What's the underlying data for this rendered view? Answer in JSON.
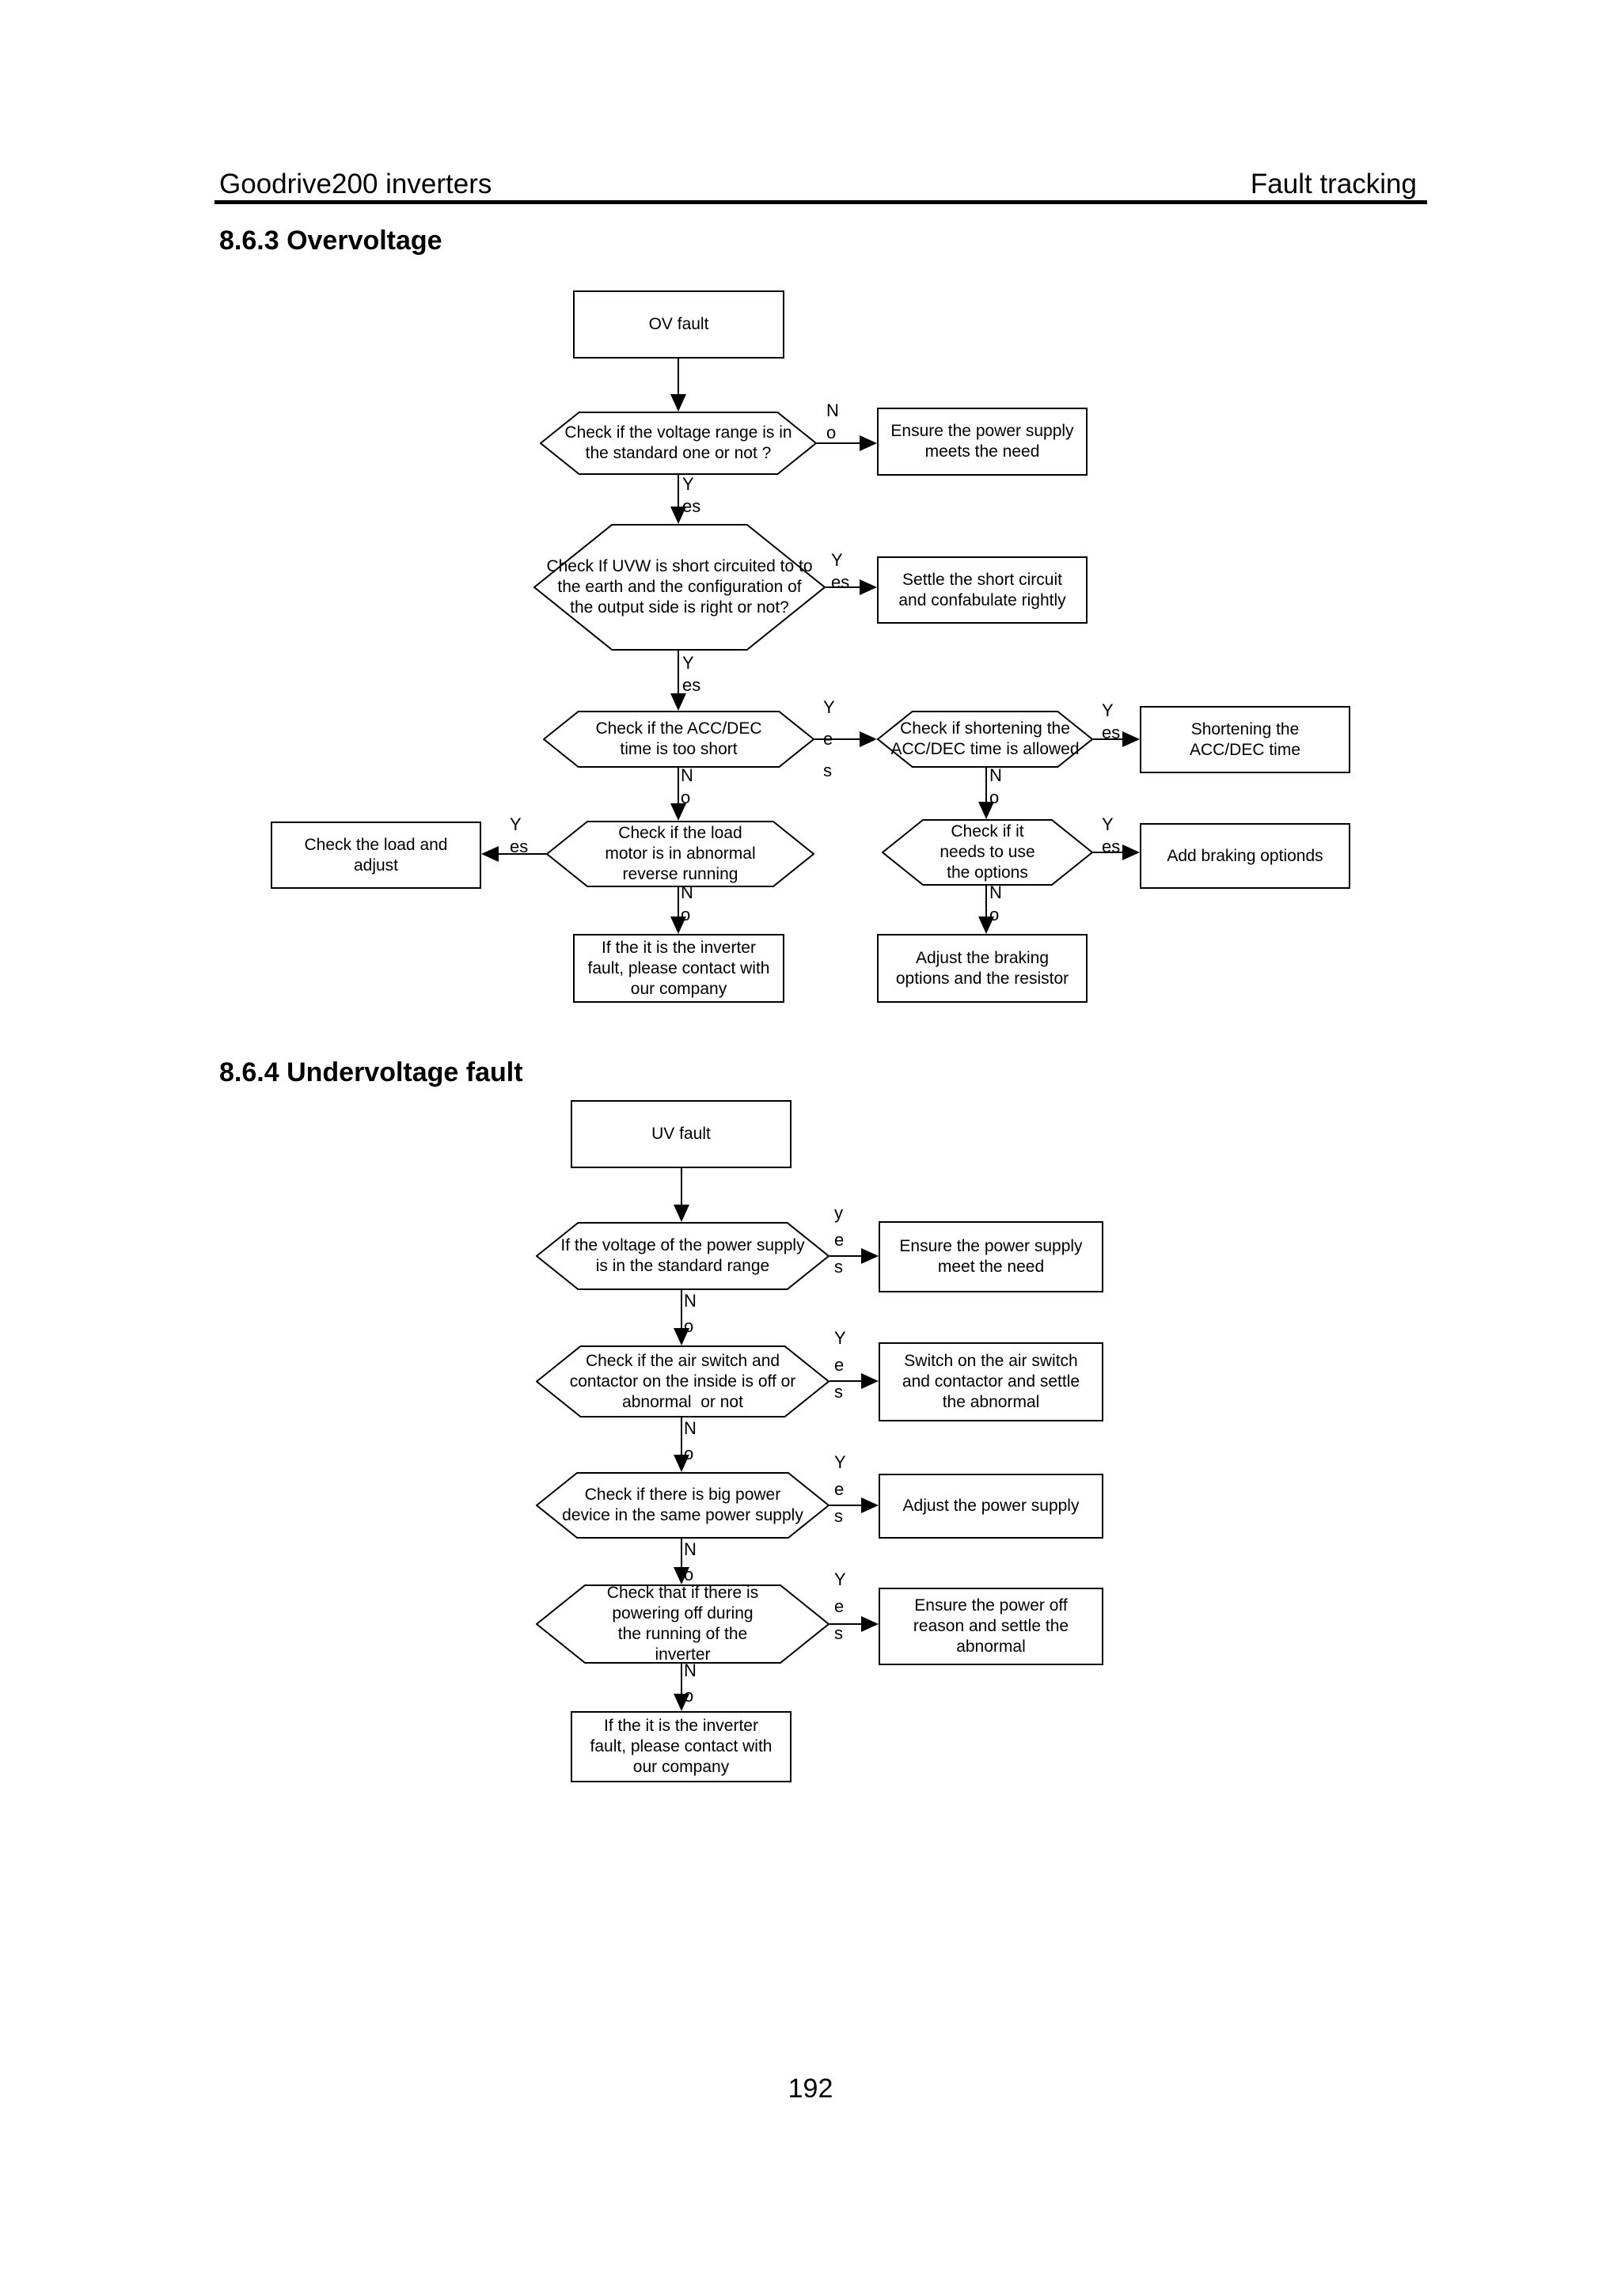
{
  "page": {
    "header_left": "Goodrive200 inverters",
    "header_right": "Fault tracking",
    "section1_heading": "8.6.3 Overvoltage",
    "section2_heading": "8.6.4 Undervoltage fault",
    "page_number": "192"
  },
  "colors": {
    "ink": "#000000",
    "paper": "#ffffff"
  },
  "overvoltage": {
    "nodes": {
      "ov_fault": "OV fault",
      "check_voltage": "Check if the voltage range is in\nthe standard one or not ?",
      "ensure_supply": "Ensure the power supply\nmeets the need",
      "check_uvw": "Check If UVW is short circuited to to\nthe earth and the configuration of\nthe output side is right or not?",
      "settle_short": "Settle the short circuit\nand confabulate rightly",
      "check_accdec": "Check if the ACC/DEC\ntime is too short",
      "check_shortening": "Check if shortening the\nACC/DEC time is allowed",
      "shortening": "Shortening the\nACC/DEC time",
      "check_load_motor": "Check if the load\nmotor is in abnormal\nreverse running",
      "check_load": "Check the load and\nadjust",
      "check_options": "Check if it\nneeds to use\nthe options",
      "add_braking": "Add braking optionds",
      "inverter_fault": "If the it is the inverter\nfault, please contact with\nour company",
      "adjust_braking": "Adjust the braking\noptions and the resistor"
    },
    "labels": {
      "no1": "N\no",
      "yes1": "Y\nes",
      "yes2": "Y\nes",
      "yes3": "Y\nes",
      "yes_mid": "Y\ne\ns",
      "yes4": "Y\nes",
      "no2": "N\no",
      "no3": "N\no",
      "yes5": "Y\nes",
      "no4": "N\no",
      "yes6": "Y\nes",
      "no5": "N\no"
    }
  },
  "undervoltage": {
    "nodes": {
      "uv_fault": "UV fault",
      "check_voltage": "If the voltage of the power supply\nis in the standard range",
      "ensure_supply": "Ensure the power supply\nmeet the need",
      "check_air_switch": "Check if the air switch and\ncontactor on the inside is off or\nabnormal  or not",
      "switch_on": "Switch on the air switch\nand contactor and settle\nthe abnormal",
      "check_big_power": "Check if there is big power\ndevice in the same power supply",
      "adjust_supply": "Adjust the power supply",
      "check_power_off": "Check that if there is\npowering off during\nthe running of the\ninverter",
      "ensure_power_off": "Ensure the power off\nreason and settle the\nabnormal",
      "inverter_fault": "If the it is the inverter\nfault, please contact with\nour company"
    },
    "labels": {
      "yes1": "y\ne\ns",
      "no1": "N\no",
      "yes2": "Y\ne\ns",
      "no2": "N\no",
      "yes3": "Y\ne\ns",
      "no3": "N\no",
      "yes4": "Y\ne\ns",
      "no4": "N\no"
    }
  }
}
